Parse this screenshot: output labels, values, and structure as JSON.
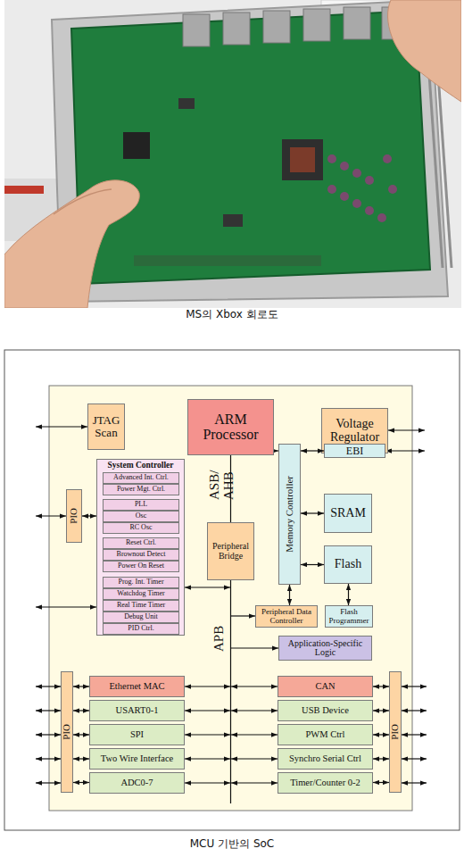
{
  "diagram": {
    "caption": "MCU 기반의 SoC",
    "nodes": [
      {
        "text": [
          "JTAG Scan"
        ]
      },
      {
        "text": [
          "ARM Processor"
        ]
      },
      {
        "text": [
          "Voltage Regulator"
        ]
      },
      {
        "text": [
          "System Controller"
        ]
      },
      {
        "text": [
          "Advanced Int. Ctrl."
        ],
        "in": 3
      },
      {
        "text": [
          "Power Mgt. Ctrl."
        ],
        "in": 3
      },
      {
        "text": [
          "PLL"
        ],
        "in": 3
      },
      {
        "text": [
          "Osc"
        ],
        "in": 3
      },
      {
        "text": [
          "RC Osc"
        ],
        "in": 3
      },
      {
        "text": [
          "Reset Ctrl."
        ],
        "in": 3
      },
      {
        "text": [
          "Brownout Detect"
        ],
        "in": 3
      },
      {
        "text": [
          "Power On Reset"
        ],
        "in": 3
      },
      {
        "text": [
          "Prog. Int. Timer"
        ],
        "in": 3
      },
      {
        "text": [
          "Watchdog Timer"
        ],
        "in": 3
      },
      {
        "text": [
          "Real Time Timer"
        ],
        "in": 3
      },
      {
        "text": [
          "Debug Unit"
        ],
        "in": 3
      },
      {
        "text": [
          "PID Ctrl."
        ],
        "in": 3
      },
      {
        "text": [
          "PIO"
        ]
      },
      {
        "text": [
          "EBI"
        ]
      },
      {
        "text": [
          "Memory Controller"
        ]
      },
      {
        "text": [
          "SRAM"
        ]
      },
      {
        "text": [
          "Peripheral Bridge"
        ]
      },
      {
        "text": [
          "Flash"
        ]
      },
      {
        "text": [
          "Peripheral Data Controller"
        ]
      },
      {
        "text": [
          "Flash Programmer"
        ]
      },
      {
        "text": [
          "Application-Specific Logic"
        ]
      },
      {
        "text": [
          "PIO"
        ]
      },
      {
        "text": [
          "Ethernet MAC"
        ]
      },
      {
        "text": [
          "USART0-1"
        ]
      },
      {
        "text": [
          "SPI"
        ]
      },
      {
        "text": [
          "Two Wire Interface"
        ]
      },
      {
        "text": [
          "ADC0-7"
        ]
      },
      {
        "text": [
          "CAN"
        ]
      },
      {
        "text": [
          "USB Device"
        ]
      },
      {
        "text": [
          "PWM Ctrl"
        ]
      },
      {
        "text": [
          "Synchro Serial Ctrl"
        ]
      },
      {
        "text": [
          "Timer/Counter 0-2"
        ]
      },
      {
        "text": [
          "PIO"
        ]
      }
    ],
    "edges": [
      {
        "from": 17,
        "to": 3,
        "arrow": "both"
      },
      {
        "from": 19,
        "to": 18,
        "arrow": "both"
      },
      {
        "from": 19,
        "to": 20,
        "arrow": "both"
      },
      {
        "from": 19,
        "to": 22,
        "arrow": "both"
      },
      {
        "from": 19,
        "to": 23,
        "arrow": "both"
      },
      {
        "from": 22,
        "to": 24,
        "arrow": "both"
      },
      {
        "from": 26,
        "to": 27,
        "arrow": "both"
      },
      {
        "from": 26,
        "to": 28,
        "arrow": "both"
      },
      {
        "from": 26,
        "to": 29,
        "arrow": "both"
      },
      {
        "from": 26,
        "to": 30,
        "arrow": "both"
      },
      {
        "from": 26,
        "to": 31,
        "arrow": "both"
      },
      {
        "from": 32,
        "to": 37,
        "arrow": "both"
      },
      {
        "from": 33,
        "to": 37,
        "arrow": "both"
      },
      {
        "from": 34,
        "to": 37,
        "arrow": "both"
      },
      {
        "from": 35,
        "to": 37,
        "arrow": "both"
      },
      {
        "from": 36,
        "to": 37,
        "arrow": "both"
      }
    ],
    "labels": [
      "MS의 Xbox 회로도",
      "ASB/ AHB",
      "APB"
    ]
  }
}
